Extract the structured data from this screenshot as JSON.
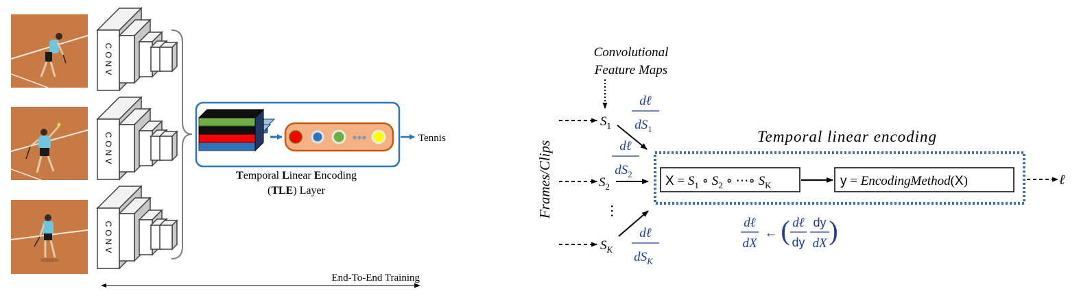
{
  "colors": {
    "tle_frame": "#2e75b6",
    "arrow_blue": "#2e75b6",
    "dotted_box": "#41719c",
    "math_blue": "#1f3f8f",
    "court": "#c87a45",
    "encoder_fill": "#f4b183",
    "encoder_border": "#c55a11",
    "feat_green": "#70ad47",
    "feat_red": "#ff0000",
    "feat_blue": "#2e75b6"
  },
  "left": {
    "conv_label": "CONV",
    "tle_caption": {
      "line1": [
        "T",
        "emporal ",
        "L",
        "inear ",
        "E",
        "ncoding"
      ],
      "line2": [
        "(",
        "TLE",
        ") Layer"
      ]
    },
    "output_label": "Tennis",
    "end_to_end": "End-To-End Training"
  },
  "right": {
    "frames_label": "Frames/Clips",
    "feature_maps": [
      "Convolutional",
      "Feature Maps"
    ],
    "title": "Temporal linear encoding",
    "s1": "S1",
    "s2": "S2",
    "sk": "SK",
    "grad_num": "dℓ",
    "grad_den1": "dS1",
    "grad_den2": "dS2",
    "grad_denk": "dSK",
    "formula_x": "X = S1 ∘ S2 ∘ ⋯∘ SK",
    "formula_y": "y = EncodingMethod(X)",
    "loss": "ℓ",
    "chain_lhs_num": "dℓ",
    "chain_lhs_den": "dX",
    "chain_arrow": "←",
    "chain_r1_num": "dℓ",
    "chain_r1_den": "dy",
    "chain_r2_num": "dy",
    "chain_r2_den": "dX"
  }
}
